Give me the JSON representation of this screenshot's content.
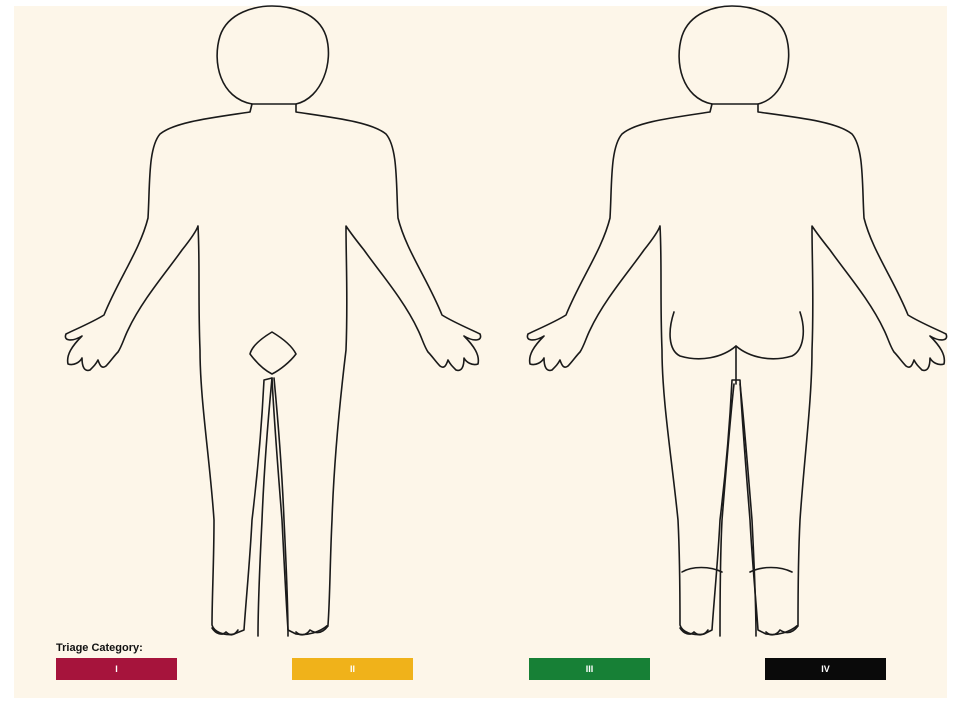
{
  "triage": {
    "label": "Triage Category:",
    "categories": [
      {
        "label": "I",
        "color": "#a6143c"
      },
      {
        "label": "II",
        "color": "#f0b21a"
      },
      {
        "label": "III",
        "color": "#178036"
      },
      {
        "label": "IV",
        "color": "#0a0a0a"
      }
    ]
  },
  "figures": {
    "front": {
      "icon": "body-front-outline-icon"
    },
    "back": {
      "icon": "body-back-outline-icon"
    }
  }
}
